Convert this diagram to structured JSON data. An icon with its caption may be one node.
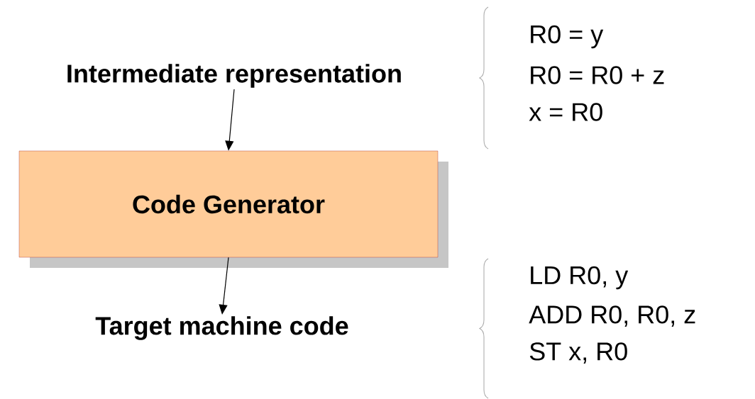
{
  "diagram": {
    "nodes": [
      {
        "text": [
          "Intermediate representation"
        ]
      },
      {
        "text": [
          "Code Generator"
        ]
      },
      {
        "text": [
          "Target machine code"
        ]
      }
    ],
    "edges": [
      {
        "from": 0,
        "to": 1,
        "arrow": "to"
      },
      {
        "from": 1,
        "to": 2,
        "arrow": "to"
      }
    ],
    "labels": [
      "R0 = y",
      "R0 = R0 + z",
      "x = R0",
      "LD R0, y",
      "ADD R0, R0, z",
      "ST x, R0"
    ]
  }
}
